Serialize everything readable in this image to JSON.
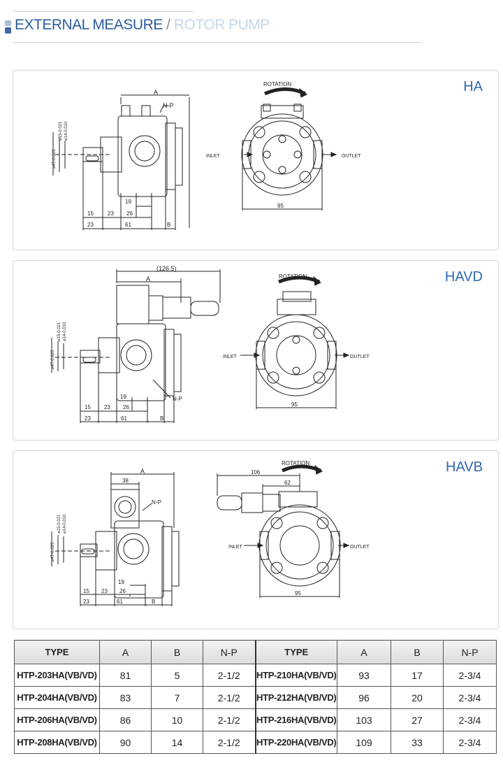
{
  "header": {
    "title_main": "EXTERNAL MEASURE",
    "separator": "/",
    "title_sub": "ROTOR PUMP"
  },
  "panels": [
    {
      "label": "HA",
      "dims": {
        "a": "A",
        "np": "N-P",
        "rotation": "ROTATION",
        "inlet": "INLET",
        "outlet": "OUTLET",
        "d95": "95",
        "d15": "15",
        "d23a": "23",
        "d19": "19",
        "d26": "26",
        "d23b": "23",
        "d61": "61",
        "db": "B",
        "phi15": "⌀15-0.021",
        "phi14": "⌀14-0.010",
        "phi47": "⌀47-0.025"
      }
    },
    {
      "label": "HAVD",
      "dims": {
        "a": "A",
        "a126": "(126.5)",
        "np": "N-P",
        "rotation": "ROTATION",
        "inlet": "INLET",
        "outlet": "OUTLET",
        "d95": "95",
        "d15": "15",
        "d23a": "23",
        "d19": "19",
        "d26": "26",
        "d23b": "23",
        "d61": "61",
        "db": "B",
        "phi15": "⌀15-0.021",
        "phi14": "⌀14-0.010",
        "phi47": "⌀47-0.025"
      }
    },
    {
      "label": "HAVB",
      "dims": {
        "a": "A",
        "d38": "38",
        "np": "N-P",
        "rotation": "ROTATION",
        "inlet": "INLET",
        "outlet": "OUTLET",
        "d106": "106",
        "d62": "62",
        "d95": "95",
        "d15": "15",
        "d23a": "23",
        "d19": "19",
        "d26": "26",
        "d23b": "23",
        "d61": "61",
        "db": "B",
        "phi15": "⌀15-0.021",
        "phi14": "⌀14-0.010",
        "phi47": "⌀47-0.025"
      }
    }
  ],
  "table": {
    "headers": [
      "TYPE",
      "A",
      "B",
      "N-P",
      "TYPE",
      "A",
      "B",
      "N-P"
    ],
    "rows": [
      [
        "HTP-203HA(VB/VD)",
        "81",
        "5",
        "2-1/2",
        "HTP-210HA(VB/VD)",
        "93",
        "17",
        "2-3/4"
      ],
      [
        "HTP-204HA(VB/VD)",
        "83",
        "7",
        "2-1/2",
        "HTP-212HA(VB/VD)",
        "96",
        "20",
        "2-3/4"
      ],
      [
        "HTP-206HA(VB/VD)",
        "86",
        "10",
        "2-1/2",
        "HTP-216HA(VB/VD)",
        "103",
        "27",
        "2-3/4"
      ],
      [
        "HTP-208HA(VB/VD)",
        "90",
        "14",
        "2-1/2",
        "HTP-220HA(VB/VD)",
        "109",
        "33",
        "2-3/4"
      ]
    ]
  }
}
